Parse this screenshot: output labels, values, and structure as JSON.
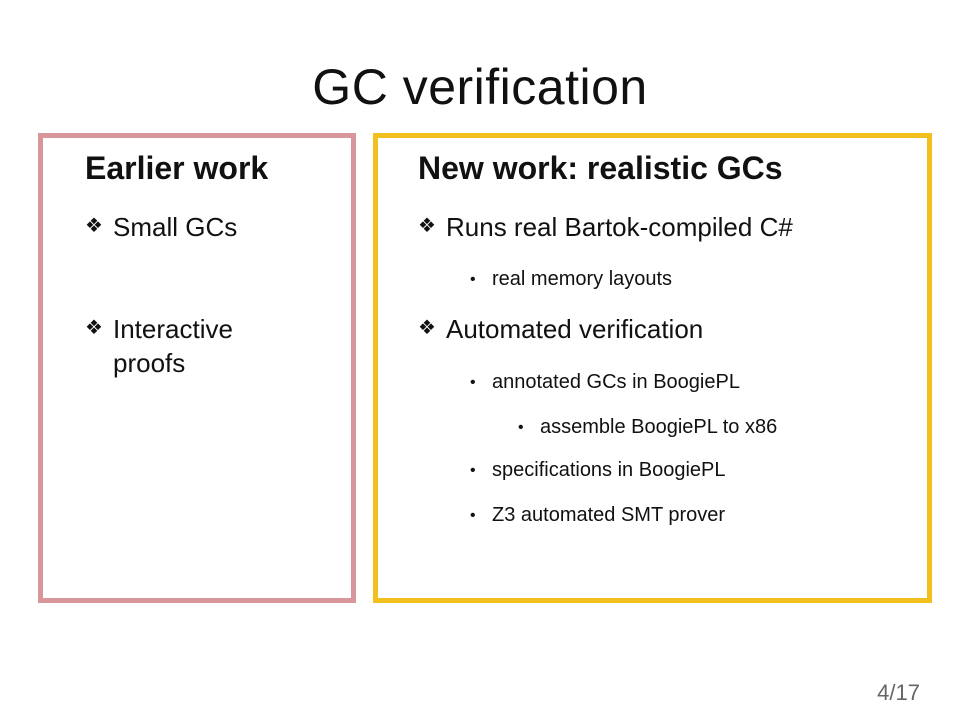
{
  "slide": {
    "title": "GC verification",
    "page_number": "4/17"
  },
  "left_panel": {
    "heading": "Earlier work",
    "border_color": "#d9969a",
    "items": [
      {
        "label": "Small GCs"
      },
      {
        "label_line1": "Interactive",
        "label_line2": "proofs"
      }
    ]
  },
  "right_panel": {
    "heading": "New work: realistic GCs",
    "border_color": "#f2c01e",
    "items": [
      {
        "label": "Runs real Bartok-compiled C#"
      },
      {
        "label": "real memory layouts"
      },
      {
        "label": "Automated verification"
      },
      {
        "label": "annotated GCs in BoogiePL"
      },
      {
        "label": "assemble BoogiePL to x86"
      },
      {
        "label": "specifications in BoogiePL"
      },
      {
        "label": "Z3 automated SMT prover"
      }
    ]
  },
  "icons": {
    "diamond_bullet": "diamond-bullet-icon",
    "round_bullet": "round-bullet-icon"
  }
}
